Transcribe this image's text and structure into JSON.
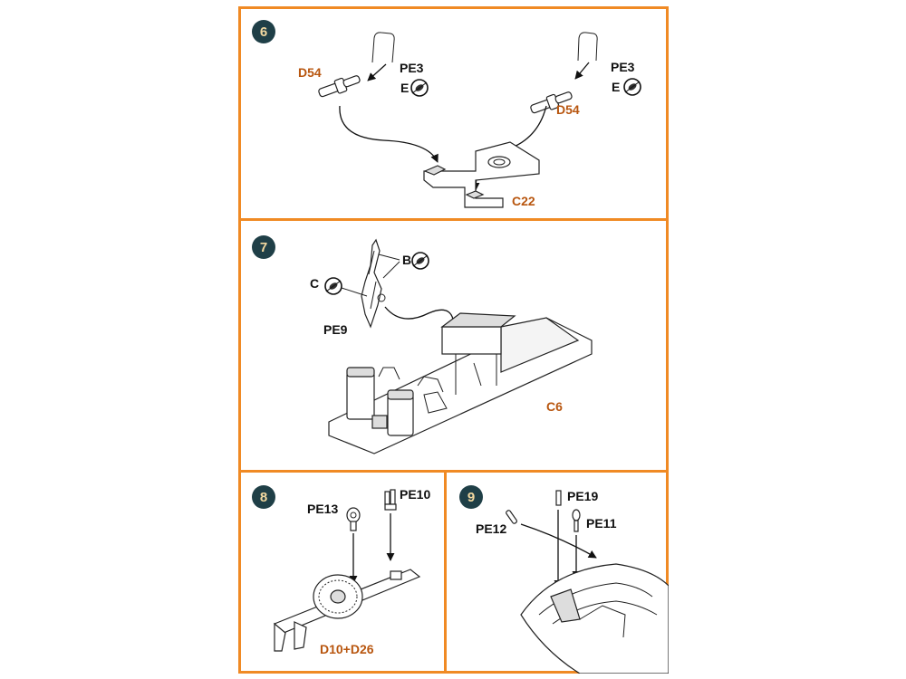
{
  "steps": {
    "s6": {
      "number": "6",
      "labels": {
        "d54_left": "D54",
        "pe3_left": "PE3",
        "e_left": "E",
        "d54_right": "D54",
        "pe3_right": "PE3",
        "e_right": "E",
        "c22": "C22"
      }
    },
    "s7": {
      "number": "7",
      "labels": {
        "b": "B",
        "c": "C",
        "pe9": "PE9",
        "c6": "C6"
      }
    },
    "s8": {
      "number": "8",
      "labels": {
        "pe13": "PE13",
        "pe10": "PE10",
        "d10d26": "D10+D26"
      }
    },
    "s9": {
      "number": "9",
      "labels": {
        "pe19": "PE19",
        "pe12": "PE12",
        "pe11": "PE11"
      }
    }
  },
  "colors": {
    "border": "#f08a24",
    "badge": "#1f3f47",
    "badge_text": "#f3d9a0",
    "part_label_orange": "#b8560f"
  },
  "icons": {
    "photo_etch": "photo-etch-fret-icon"
  }
}
